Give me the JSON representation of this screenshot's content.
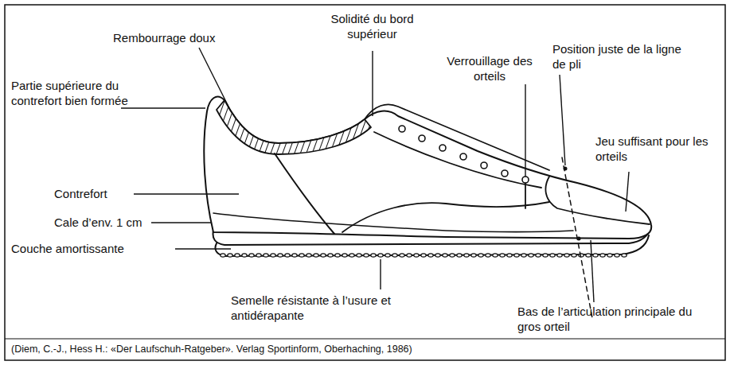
{
  "diagram": {
    "caption": "(Diem, C.-J., Hess H.: «Der Laufschuh-Ratgeber». Verlag Sportinform, Oberhaching, 1986)",
    "labels": [
      "Rembourrage doux",
      "Solidité du bord supérieur",
      "Verrouillage des orteils",
      "Position juste de la ligne de pli",
      "Partie supérieure du contrefort bien formée",
      "Jeu suffisant pour les orteils",
      "Contrefort",
      "Cale d’env. 1 cm",
      "Couche amortissante",
      "Semelle résistante à l’usure et antidérapante",
      "Bas de l’articulation principale du gros orteil"
    ]
  }
}
